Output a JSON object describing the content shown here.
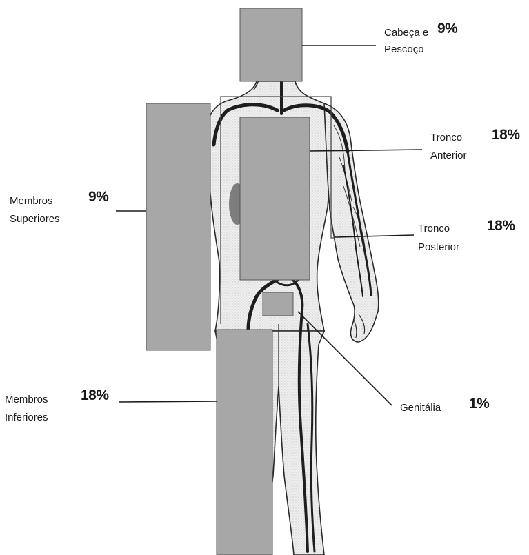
{
  "diagram": {
    "regions": [
      {
        "key": "head_neck",
        "label_line1": "Cabeça e",
        "label_line2": "Pescoço",
        "percent": "9%"
      },
      {
        "key": "trunk_anterior",
        "label_line1": "Tronco",
        "label_line2": "Anterior",
        "percent": "18%"
      },
      {
        "key": "upper_limbs",
        "label_line1": "Membros",
        "label_line2": "Superiores",
        "percent": "9%"
      },
      {
        "key": "trunk_posterior",
        "label_line1": "Tronco",
        "label_line2": "Posterior",
        "percent": "18%"
      },
      {
        "key": "lower_limbs",
        "label_line1": "Membros",
        "label_line2": "Inferiores",
        "percent": "18%"
      },
      {
        "key": "genitalia",
        "label_line1": "Genitália",
        "label_line2": "",
        "percent": "1%"
      }
    ]
  },
  "colors": {
    "block_fill": "#a7a7a7",
    "block_edge": "#555555",
    "figure_fill": "#ebebeb",
    "figure_outline": "#2a2a2a",
    "vessel": "#1e1e1e",
    "leader_line": "#1a1a1a"
  }
}
